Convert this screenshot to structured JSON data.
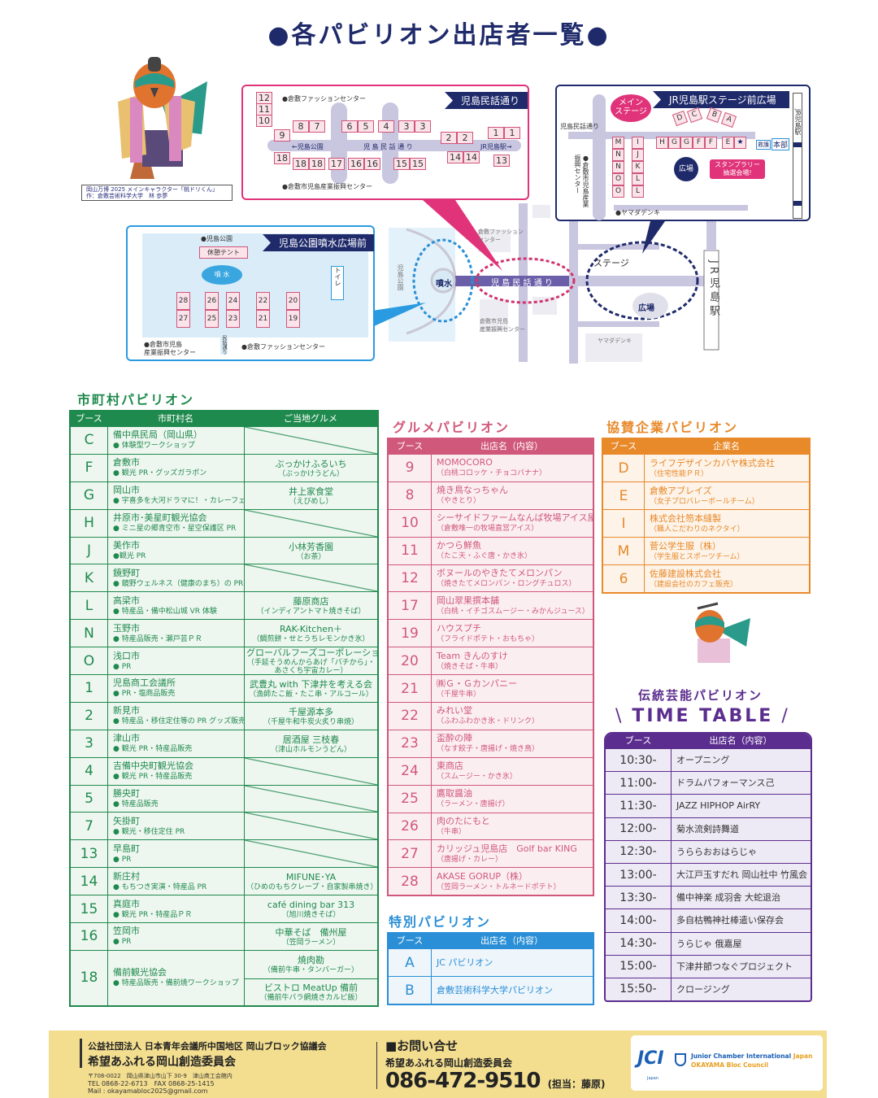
{
  "title": "●各パビリオン出店者一覧●",
  "character": {
    "caption_line1": "岡山万博 2025 メインキャラクター「桃ドリくん」",
    "caption_line2": "作：倉敷芸術科学大学　林 歩夢"
  },
  "street_map": {
    "header": "児島民話通り",
    "top_label": "●倉敷ファッションセンター",
    "bottom_label": "●倉敷市児島産業振興センター",
    "road_left": "←児島公園",
    "road_center": "児 島 民 話 通 り",
    "road_right": "JR児島駅→",
    "booths": [
      "12",
      "11",
      "10",
      "9",
      "8",
      "7",
      "6",
      "5",
      "4",
      "3",
      "3",
      "2",
      "2",
      "1",
      "1",
      "18",
      "18",
      "18",
      "17",
      "16",
      "16",
      "15",
      "15",
      "14",
      "14",
      "13"
    ]
  },
  "station_map": {
    "header": "JR児島駅ステージ前広場",
    "main_stage": "メイン\nステージ",
    "street_label": "児島民話通り",
    "center_label": "●倉敷市児島産業振興センター",
    "yamada": "●ヤマダデンキ",
    "plaza": "広場",
    "stamp_rally": "スタンプラリー\n抽選会場!",
    "first_aid": "救護",
    "hq": "本部",
    "station": "JR児島駅",
    "booths": [
      "D",
      "C",
      "B",
      "A",
      "M",
      "N",
      "N",
      "O",
      "O",
      "I",
      "J",
      "K",
      "L",
      "L",
      "H",
      "G",
      "G",
      "F",
      "F",
      "E",
      "★"
    ]
  },
  "park_map": {
    "header": "児島公園噴水広場前",
    "park_label": "●児島公園",
    "rest_tent": "休憩テント",
    "fountain": "噴 水",
    "toilet": "トイレ",
    "bottom_left": "●倉敷市児島\n産業振興センター",
    "street": "民話通り",
    "bottom_right": "●倉敷ファッションセンター",
    "booths": [
      "28",
      "27",
      "26",
      "25",
      "24",
      "23",
      "22",
      "21",
      "20",
      "19"
    ]
  },
  "overview_map": {
    "park": "児島公園",
    "fountain": "噴水",
    "street": "児 島 民 話 通 り",
    "fashion_center": "倉敷ファッション\nセンター",
    "industry_center": "倉敷市児島\n産業振興センター",
    "stage": "ステージ",
    "plaza": "広場",
    "yamada": "ヤマダデンキ",
    "station": "JR児島駅"
  },
  "municipal": {
    "title": "市町村パビリオン",
    "color": "#1f8a4d",
    "headers": [
      "ブース",
      "市町村名",
      "ご当地グルメ"
    ],
    "rows": [
      {
        "booth": "C",
        "name": "備中県民局（岡山県）",
        "detail": "● 体験型ワークショップ",
        "gourmet": []
      },
      {
        "booth": "F",
        "name": "倉敷市",
        "detail": "● 観光 PR・グッズガラポン",
        "gourmet": [
          {
            "name": "ぶっかけふるいち",
            "detail": "（ぶっかけうどん）"
          }
        ]
      },
      {
        "booth": "G",
        "name": "岡山市",
        "detail": "● 宇喜多を大河ドラマに！・カレーフェス PR",
        "gourmet": [
          {
            "name": "井上家食堂",
            "detail": "（えびめし）"
          }
        ]
      },
      {
        "booth": "H",
        "name": "井原市･美星町観光協会",
        "detail": "● ミニ星の郷青空市・星空保護区 PR",
        "gourmet": []
      },
      {
        "booth": "J",
        "name": "美作市",
        "detail": "●観光 PR",
        "gourmet": [
          {
            "name": "小林芳香園",
            "detail": "（お茶）"
          }
        ]
      },
      {
        "booth": "K",
        "name": "鏡野町",
        "detail": "● 鏡野ウェルネス（健康のまち）の PR",
        "gourmet": []
      },
      {
        "booth": "L",
        "name": "高梁市",
        "detail": "● 特産品・備中松山城 VR 体験",
        "gourmet": [
          {
            "name": "藤原商店",
            "detail": "（インディアントマト焼きそば）"
          }
        ]
      },
      {
        "booth": "N",
        "name": "玉野市",
        "detail": "● 特産品販売・瀬戸芸ＰＲ",
        "gourmet": [
          {
            "name": "RAK-Kitchen＋",
            "detail": "（鯛煎餅・せとうちレモンかき氷）"
          }
        ]
      },
      {
        "booth": "O",
        "name": "浅口市",
        "detail": "● PR",
        "gourmet": [
          {
            "name": "グローバルフーズコーポレーション",
            "detail": "（手延そうめんからあげ「パチから」・あさくち宇宙カレー）"
          }
        ]
      },
      {
        "booth": "1",
        "name": "児島商工会議所",
        "detail": "● PR・塩商品販売",
        "gourmet": [
          {
            "name": "武豊丸 with 下津井を考える会",
            "detail": "（漁師たこ飯・たこ串・アルコール）"
          }
        ]
      },
      {
        "booth": "2",
        "name": "新見市",
        "detail": "● 特産品・移住定住等の PR グッズ販売",
        "gourmet": [
          {
            "name": "千屋源本多",
            "detail": "（千屋牛和牛炭火炙り串焼）"
          }
        ]
      },
      {
        "booth": "3",
        "name": "津山市",
        "detail": "● 観光 PR・特産品販売",
        "gourmet": [
          {
            "name": "居酒屋 三枝春",
            "detail": "（津山ホルモンうどん）"
          }
        ]
      },
      {
        "booth": "4",
        "name": "吉備中央町観光協会",
        "detail": "● 観光 PR・特産品販売",
        "gourmet": []
      },
      {
        "booth": "5",
        "name": "勝央町",
        "detail": "● 特産品販売",
        "gourmet": []
      },
      {
        "booth": "7",
        "name": "矢掛町",
        "detail": "● 観光・移住定住 PR",
        "gourmet": []
      },
      {
        "booth": "13",
        "name": "早島町",
        "detail": "● PR",
        "gourmet": []
      },
      {
        "booth": "14",
        "name": "新庄村",
        "detail": "● もちつき実演・特産品 PR",
        "gourmet": [
          {
            "name": "MIFUNE･YA",
            "detail": "（ひめのもちクレープ・自家製串焼き）"
          }
        ]
      },
      {
        "booth": "15",
        "name": "真庭市",
        "detail": "● 観光 PR・特産品ＰＲ",
        "gourmet": [
          {
            "name": "café dining bar 313",
            "detail": "（旭川焼きそば）"
          }
        ]
      },
      {
        "booth": "16",
        "name": "笠岡市",
        "detail": "● PR",
        "gourmet": [
          {
            "name": "中華そば　備州屋",
            "detail": "（笠岡ラーメン）"
          }
        ]
      },
      {
        "booth": "18",
        "name": "備前観光協会",
        "detail": "● 特産品販売・備前焼ワークショップ",
        "gourmet": [
          {
            "name": "焼肉勘",
            "detail": "（備前牛串・タンバーガー）"
          },
          {
            "name": "ビストロ MeatUp 備前",
            "detail": "（備前牛バラ網焼きカルビ飯）"
          }
        ]
      }
    ]
  },
  "gourmet": {
    "title": "グルメパビリオン",
    "color": "#d0587a",
    "headers": [
      "ブース",
      "出店名（内容）"
    ],
    "rows": [
      {
        "booth": "9",
        "name": "MOMOCORO",
        "detail": "（白桃コロッケ・チョコバナナ）"
      },
      {
        "booth": "8",
        "name": "焼き鳥なっちゃん",
        "detail": "（やきとり）"
      },
      {
        "booth": "10",
        "name": "シーサイドファームなんば牧場アイス屋さん",
        "detail": "（倉敷唯一の牧場直営アイス）"
      },
      {
        "booth": "11",
        "name": "かつら鮮魚",
        "detail": "（たこ天・ふぐ唐・かき氷）"
      },
      {
        "booth": "12",
        "name": "ボヌールのやきたてメロンパン",
        "detail": "（焼きたてメロンパン・ロングチュロス）"
      },
      {
        "booth": "17",
        "name": "岡山翠果撰本舗",
        "detail": "（白桃・イチゴスムージー・みかんジュース）"
      },
      {
        "booth": "19",
        "name": "ハウスプチ",
        "detail": "（フライドポテト・おもちゃ）"
      },
      {
        "booth": "20",
        "name": "Team きんのすけ",
        "detail": "（焼きそば・牛串）"
      },
      {
        "booth": "21",
        "name": "㈱Ｇ・Ｇカンパニー",
        "detail": "（千屋牛串）"
      },
      {
        "booth": "22",
        "name": "みれい堂",
        "detail": "（ふわふわかき氷・ドリンク）"
      },
      {
        "booth": "23",
        "name": "盃酔の陣",
        "detail": "（なす餃子・唐揚げ・焼き鳥）"
      },
      {
        "booth": "24",
        "name": "東商店",
        "detail": "（スムージー・かき氷）"
      },
      {
        "booth": "25",
        "name": "鷹取醤油",
        "detail": "（ラーメン・唐揚げ）"
      },
      {
        "booth": "26",
        "name": "肉のたにもと",
        "detail": "（牛串）"
      },
      {
        "booth": "27",
        "name": "カリッジュ児島店　Golf bar KING",
        "detail": "（唐揚げ・カレー）"
      },
      {
        "booth": "28",
        "name": "AKASE GORUP（株）",
        "detail": "（笠岡ラーメン・トルネードポテト）"
      }
    ]
  },
  "special": {
    "title": "特別パビリオン",
    "color": "#2a8fd6",
    "headers": [
      "ブース",
      "出店名（内容）"
    ],
    "rows": [
      {
        "booth": "A",
        "name": "JC パビリオン"
      },
      {
        "booth": "B",
        "name": "倉敷芸術科学大学パビリオン"
      }
    ]
  },
  "sponsor": {
    "title": "協賛企業パビリオン",
    "color": "#e8892a",
    "headers": [
      "ブース",
      "企業名"
    ],
    "rows": [
      {
        "booth": "D",
        "name": "ライフデザインカバヤ株式会社",
        "detail": "（住宅性能ＰＲ）"
      },
      {
        "booth": "E",
        "name": "倉敷アブレイズ",
        "detail": "（女子プロバレーボールチーム）"
      },
      {
        "booth": "I",
        "name": "株式会社笏本縫製",
        "detail": "（職人こだわりのネクタイ）"
      },
      {
        "booth": "M",
        "name": "菅公学生服（株）",
        "detail": "（学生服とスポーツチーム）"
      },
      {
        "booth": "6",
        "name": "佐藤建設株式会社",
        "detail": "（建設会社のカフェ販売）"
      }
    ]
  },
  "timetable": {
    "title": "伝統芸能パビリオン",
    "subtitle": "TIME TABLE",
    "color": "#5b2d8e",
    "headers": [
      "ブース",
      "出店名（内容）"
    ],
    "rows": [
      {
        "time": "10:30-",
        "name": "オープニング"
      },
      {
        "time": "11:00-",
        "name": "ドラムパフォーマンス己"
      },
      {
        "time": "11:30-",
        "name": "JAZZ HIPHOP AirRY"
      },
      {
        "time": "12:00-",
        "name": "菊水流剣詩舞道"
      },
      {
        "time": "12:30-",
        "name": "うららおおはらじゃ"
      },
      {
        "time": "13:00-",
        "name": "大江戸玉すだれ 岡山社中 竹風会"
      },
      {
        "time": "13:30-",
        "name": "備中神楽 成羽舎 大蛇退治"
      },
      {
        "time": "14:00-",
        "name": "多自枯鴨神社棒遣い保存会"
      },
      {
        "time": "14:30-",
        "name": "うらじゃ 俄嘉屋"
      },
      {
        "time": "15:00-",
        "name": "下津井節つなぐプロジェクト"
      },
      {
        "time": "15:50-",
        "name": "クロージング"
      }
    ]
  },
  "footer": {
    "org_line1": "公益社団法人 日本青年会議所中国地区 岡山ブロック協議会",
    "org_line2": "希望あふれる岡山創造委員会",
    "address": "〒708-0022　岡山県津山市山下 30-9　津山商工会館内",
    "tel_fax": "TEL 0868-22-6713　FAX 0868-25-1415",
    "mail": "Mail : okayamabloc2025@gmail.com",
    "contact_title": "■お問い合せ",
    "contact_org": "希望あふれる岡山創造委員会",
    "phone": "086-472-9510",
    "person": "(担当：藤原)",
    "logo_text": "JCI",
    "logo_sub": "Japan",
    "logo_line1a": "Junior Chamber International ",
    "logo_line1b": "Japan",
    "logo_line2": "OKAYAMA Bloc Council"
  }
}
